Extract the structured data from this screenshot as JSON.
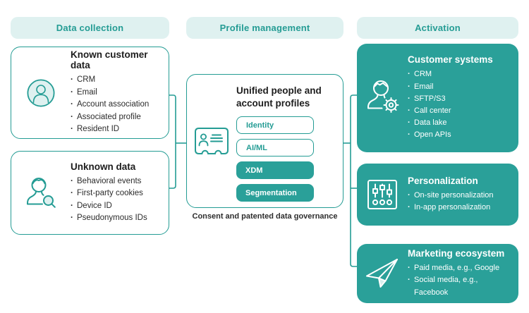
{
  "colors": {
    "teal": "#249c94",
    "teal_fill": "#2aa099",
    "light": "#dff1f0",
    "dark": "#2b2b2b",
    "white": "#ffffff"
  },
  "headers": [
    {
      "label": "Data collection"
    },
    {
      "label": "Profile management"
    },
    {
      "label": "Activation"
    }
  ],
  "data_collection": {
    "known": {
      "title": "Known customer data",
      "icon": "person-circle-icon",
      "items": [
        "CRM",
        "Email",
        "Account association",
        "Associated profile",
        "Resident ID"
      ]
    },
    "unknown": {
      "title": "Unknown data",
      "icon": "person-search-icon",
      "items": [
        "Behavioral events",
        "First-party cookies",
        "Device ID",
        "Pseudonymous IDs"
      ]
    }
  },
  "profile_management": {
    "title_line1": "Unified people and",
    "title_line2": "account profiles",
    "icon": "id-card-icon",
    "pills": [
      {
        "label": "Identity",
        "filled": false
      },
      {
        "label": "AI/ML",
        "filled": false
      },
      {
        "label": "XDM",
        "filled": true
      },
      {
        "label": "Segmentation",
        "filled": true
      }
    ],
    "caption": "Consent and patented data governance"
  },
  "activation": {
    "customer_systems": {
      "title": "Customer systems",
      "icon": "person-gear-icon",
      "items": [
        "CRM",
        "Email",
        "SFTP/S3",
        "Call center",
        "Data lake",
        "Open APIs"
      ]
    },
    "personalization": {
      "title": "Personalization",
      "icon": "sliders-icon",
      "items": [
        "On-site personalization",
        "In-app personalization"
      ]
    },
    "marketing_ecosystem": {
      "title": "Marketing ecosystem",
      "icon": "paper-plane-icon",
      "items": [
        "Paid media, e.g., Google",
        "Social media, e.g., Facebook"
      ]
    }
  }
}
